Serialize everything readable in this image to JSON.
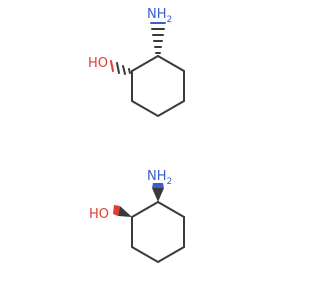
{
  "molecules": [
    {
      "name": "upper-molecule",
      "amine": {
        "element": "N",
        "hydrogens": "H",
        "subscript": "2"
      },
      "hydroxyl": {
        "element": "O",
        "hydrogen": "H"
      },
      "stereo_bond": "hashed"
    },
    {
      "name": "lower-molecule",
      "amine": {
        "element": "N",
        "hydrogens": "H",
        "subscript": "2"
      },
      "hydroxyl": {
        "element": "O",
        "hydrogen": "H"
      },
      "stereo_bond": "wedge"
    }
  ],
  "colors": {
    "bond": "#3a3a3a",
    "nitrogen": "#3a5fcd",
    "oxygen": "#e03c31"
  }
}
